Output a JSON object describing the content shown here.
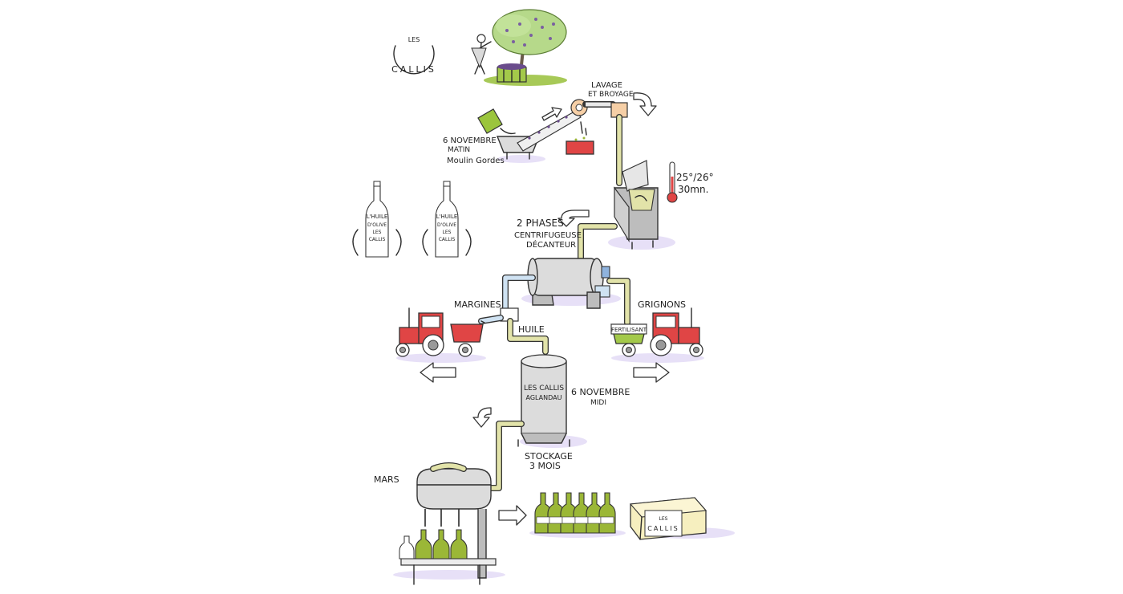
{
  "logo": {
    "brand": "LES CALLIS",
    "text_top": "LES",
    "text_ring": "CALLIS"
  },
  "steps": {
    "harvest": {
      "date": "6 NOVEMBRE",
      "time": "MATIN",
      "place": "Moulin Gordes"
    },
    "washing": {
      "line1": "LAVAGE",
      "line2": "ET BROYAGE"
    },
    "malaxing": {
      "temperature": "25°/26°",
      "duration": "30mn."
    },
    "decanter": {
      "title": "2 PHASES",
      "line1": "CENTRIFUGEUSE",
      "line2": "DÉCANTEUR"
    },
    "margines": {
      "label": "MARGINES"
    },
    "grignons": {
      "label": "GRIGNONS",
      "bin_label": "FERTILISANT"
    },
    "oil": {
      "label": "HUILE"
    },
    "tank": {
      "line1": "LES CALLIS",
      "line2": "AGLANDAU",
      "date": "6 NOVEMBRE",
      "time": "MIDI"
    },
    "storage": {
      "line1": "STOCKAGE",
      "line2": "3 MOIS"
    },
    "bottling": {
      "label": "MARS"
    }
  },
  "bottles_side": [
    {
      "line1": "L'HUILE",
      "line2": "D'OLIVE",
      "line3": "LES",
      "line4": "CALLIS"
    },
    {
      "line1": "L'HUILE",
      "line2": "D'OLIVE",
      "line3": "LES",
      "line4": "CALLIS"
    }
  ],
  "box": {
    "text_top": "LES",
    "text_ring": "CALLIS"
  },
  "colors": {
    "olive_green": "#9bb737",
    "tractor_red": "#e04545",
    "pipe_yellow": "#e2e3a9",
    "pipe_blue": "#cfe2f2",
    "shadow_lavender": "#e7e0f7",
    "box_cream": "#f6efbf"
  },
  "icons": [
    "olive-tree-icon",
    "harvester-icon",
    "conveyor-icon",
    "washer-icon",
    "malaxer-icon",
    "thermometer-icon",
    "decanter-icon",
    "tractor-icon",
    "storage-tank-icon",
    "bottling-machine-icon",
    "bottle-icon",
    "box-icon",
    "arrow-icon"
  ]
}
